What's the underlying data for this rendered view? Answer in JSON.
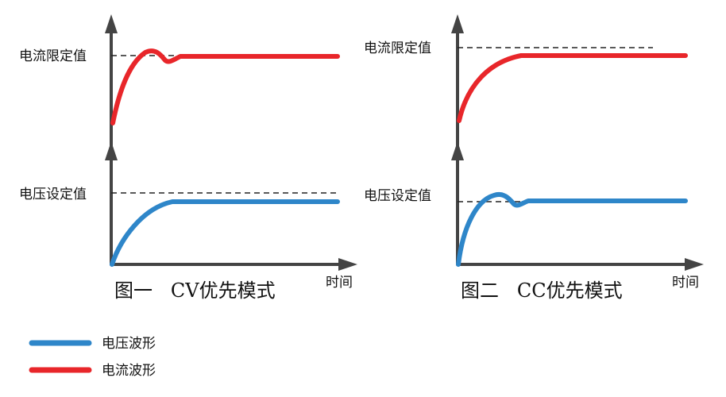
{
  "colors": {
    "voltage": "#2E86C9",
    "current": "#E8262A",
    "axis": "#444444",
    "reference": "#222222"
  },
  "panels": [
    {
      "caption": "图一   CV优先模式",
      "time_label": "时间",
      "top_ref_label": "电流限定值",
      "bottom_ref_label": "电压设定值",
      "top_curve": "current",
      "bottom_curve": "voltage",
      "overshoot_curve": "top"
    },
    {
      "caption": "图二   CC优先模式",
      "time_label": "时间",
      "top_ref_label": "电流限定值",
      "bottom_ref_label": "电压设定值",
      "top_curve": "current",
      "bottom_curve": "voltage",
      "overshoot_curve": "bottom"
    }
  ],
  "legend": [
    {
      "label": "电压波形",
      "series": "voltage"
    },
    {
      "label": "电流波形",
      "series": "current"
    }
  ]
}
